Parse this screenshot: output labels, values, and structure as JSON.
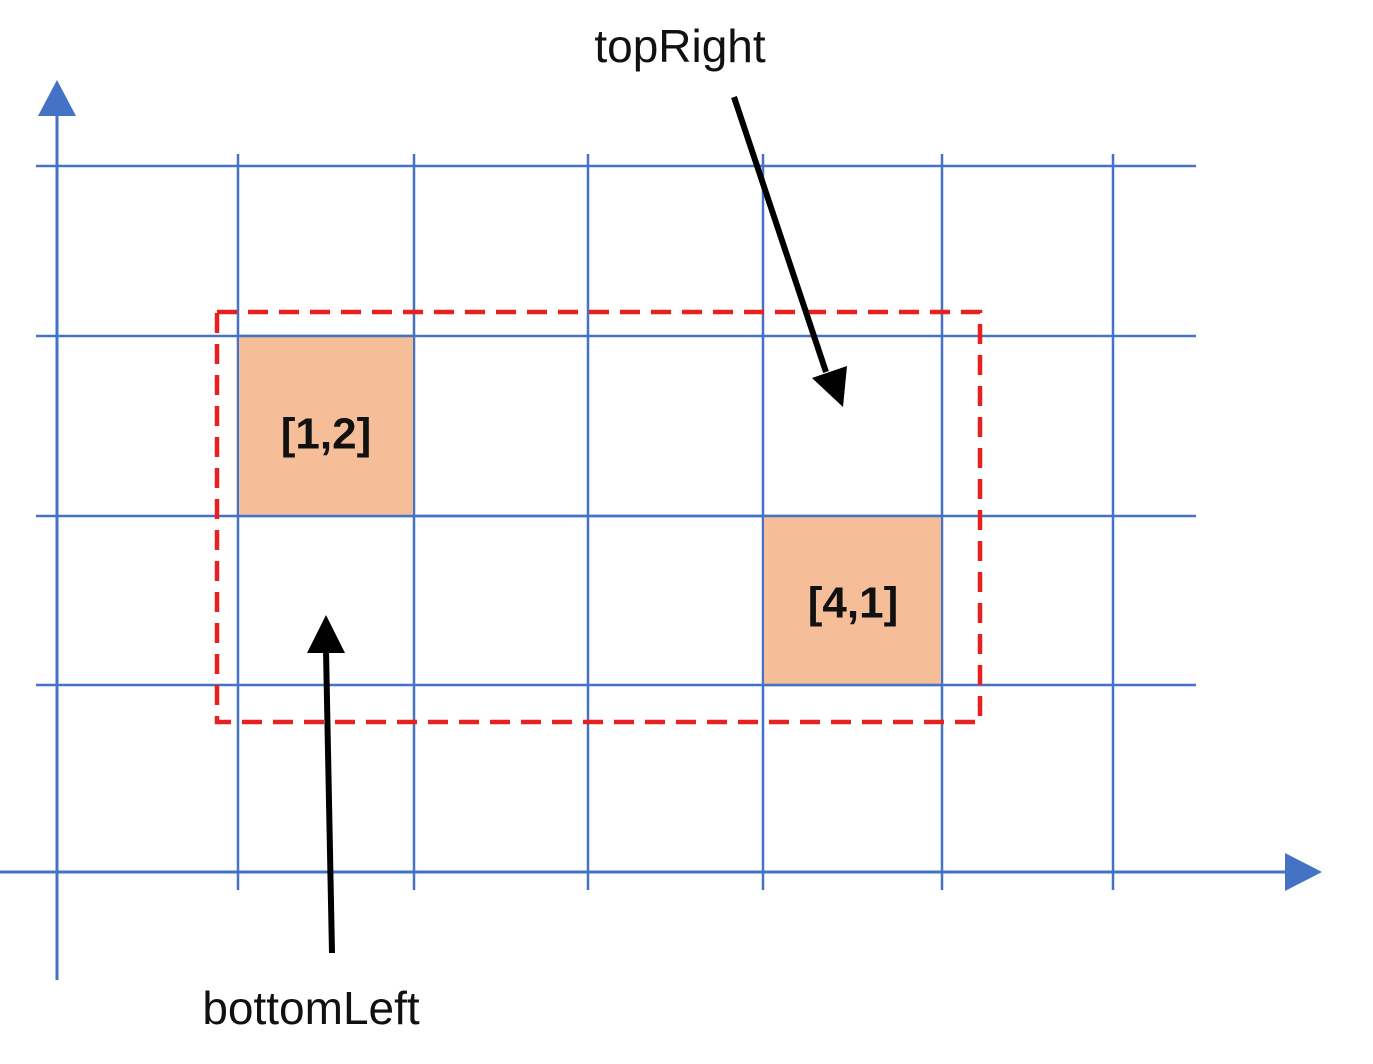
{
  "cells": [
    {
      "label": "[1,2]",
      "col": 1,
      "row": 2
    },
    {
      "label": "[4,1]",
      "col": 4,
      "row": 1
    }
  ],
  "labels": {
    "top_right": "topRight",
    "bottom_left": "bottomLeft"
  },
  "selection": {
    "from": [
      1,
      1
    ],
    "to": [
      4,
      2
    ]
  },
  "colors": {
    "grid": "#4472C4",
    "cell_fill": "#F5BE98",
    "selection": "#E8201F",
    "pointer": "#000000",
    "text": "#111111"
  }
}
